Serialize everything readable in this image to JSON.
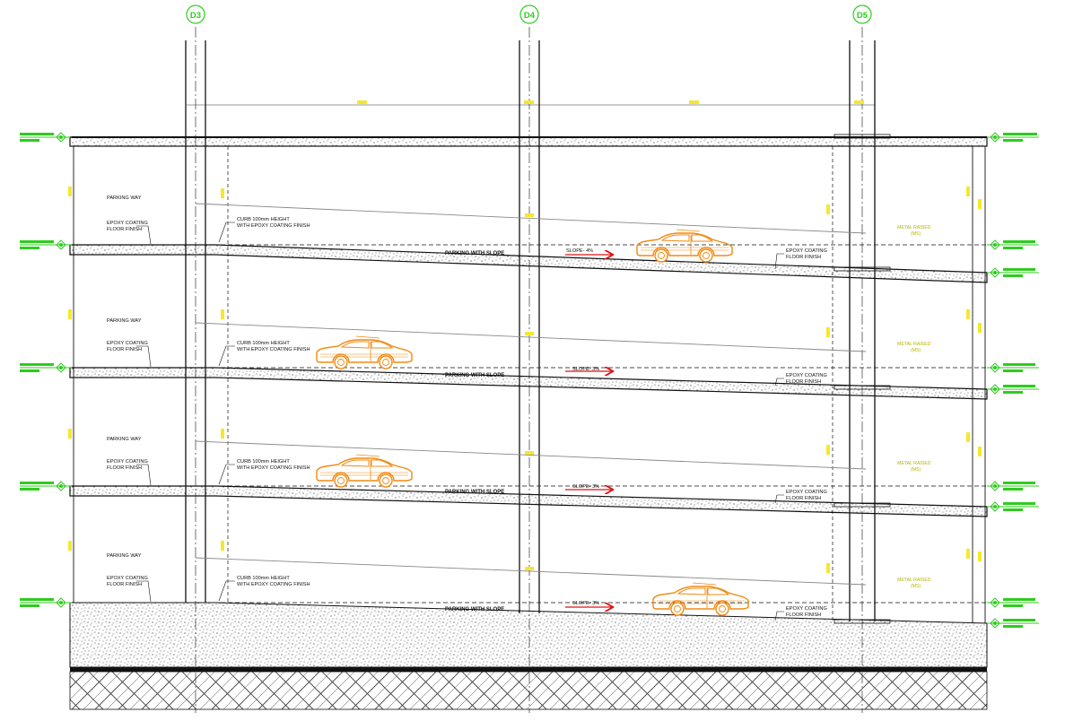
{
  "grid_lines": [
    "D3",
    "D4",
    "D5"
  ],
  "labels": {
    "parking_way": "PARKING WAY",
    "epoxy_1": "EPOXY COATING",
    "epoxy_2": "FLOOR FINISH",
    "curb_1": "CURB 100mm HEIGHT",
    "curb_2": "WITH EPOXY COATING FINISH",
    "parking_slope": "PARKING WITH SLOPE",
    "metal_1": "METAL RAISED",
    "metal_2": "(MS)"
  },
  "levels": [
    {
      "slope": "SLOPE- 4%"
    },
    {
      "slope": "SLOPE- 3%"
    },
    {
      "slope": "SLOPE- 3%"
    },
    {
      "slope": "SLOPE- 3%"
    }
  ],
  "level_tag_color": "#2ecc1e",
  "car_color": "#f08a12",
  "arrow_color": "#e01010",
  "note_color": "#b9b400",
  "icons": [
    "car-icon",
    "slope-arrow-icon",
    "level-marker-icon",
    "grid-bubble-icon"
  ]
}
